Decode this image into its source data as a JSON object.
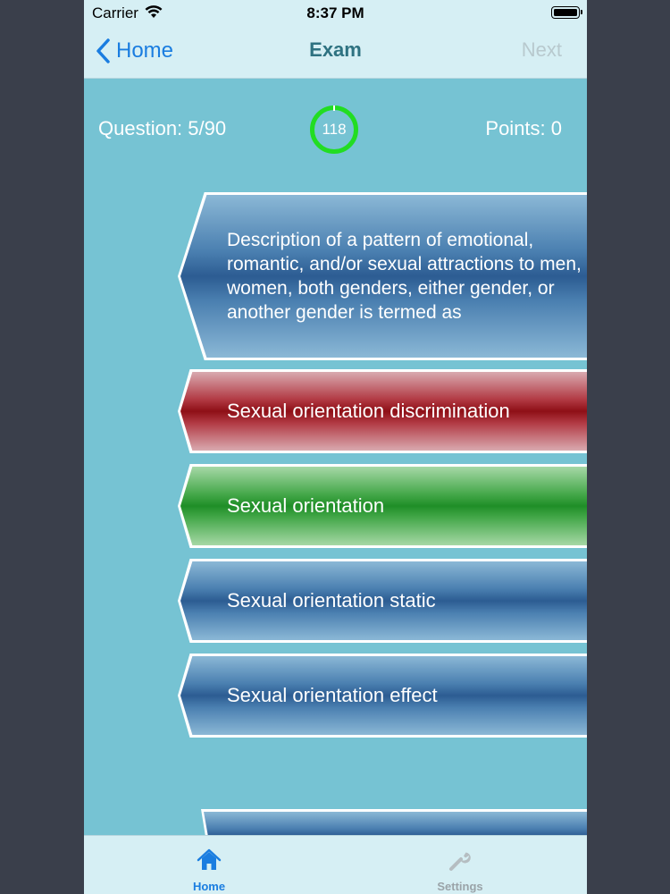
{
  "status_bar": {
    "carrier": "Carrier",
    "time": "8:37 PM"
  },
  "nav": {
    "back_label": "Home",
    "title": "Exam",
    "next_label": "Next"
  },
  "info": {
    "question": "Question: 5/90",
    "timer": "118",
    "points": "Points: 0"
  },
  "question": {
    "text": "Description of a pattern of emotional, romantic, and/or sexual attractions to men, women, both genders, either gender, or another gender is termed as"
  },
  "answers": [
    {
      "label": "Sexual orientation discrimination",
      "state": "incorrect",
      "color": "#8e0f16"
    },
    {
      "label": "Sexual orientation",
      "state": "correct",
      "color": "#1f8e27"
    },
    {
      "label": "Sexual orientation static",
      "state": "neutral",
      "color": "#2c5c92"
    },
    {
      "label": "Sexual orientation effect",
      "state": "neutral",
      "color": "#2c5c92"
    }
  ],
  "tab_bar": {
    "items": [
      {
        "label": "Home",
        "icon": "house-icon",
        "selected": true
      },
      {
        "label": "Settings",
        "icon": "wrench-icon",
        "selected": false
      }
    ]
  },
  "colors": {
    "background": "#76c3d3",
    "bar_background": "#d6eff4",
    "accent": "#1a7de0",
    "timer_ring": "#22dd22"
  }
}
